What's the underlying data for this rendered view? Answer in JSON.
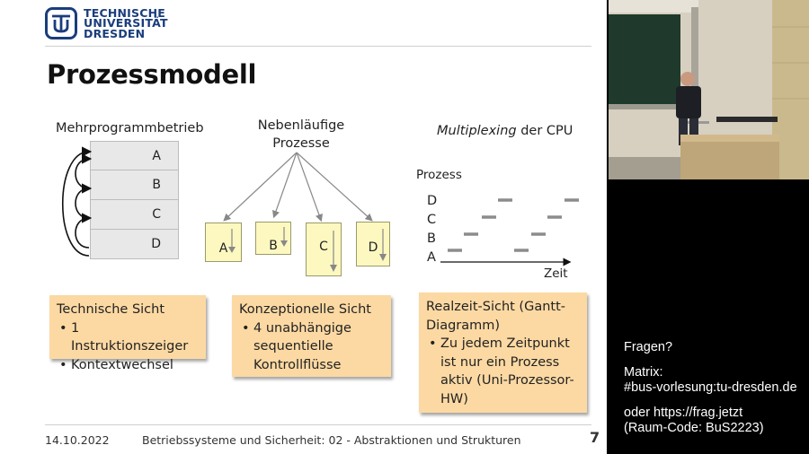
{
  "header": {
    "logo_lines": [
      "TECHNISCHE",
      "UNIVERSITÄT",
      "DRESDEN"
    ]
  },
  "slide": {
    "title": "Prozessmodell",
    "col1": {
      "label": "Mehrprogrammbetrieb",
      "stack": [
        "A",
        "B",
        "C",
        "D"
      ]
    },
    "col2": {
      "label_line1": "Nebenläufige",
      "label_line2": "Prozesse",
      "processes": [
        "A",
        "B",
        "C",
        "D"
      ]
    },
    "col3": {
      "label_italic": "Multiplexing",
      "label_rest": " der CPU",
      "y_label": "Prozess",
      "x_label": "Zeit",
      "rows": [
        "D",
        "C",
        "B",
        "A"
      ]
    },
    "notes": [
      {
        "heading": "Technische Sicht",
        "items": [
          "1 Instruktionszeiger",
          "Kontextwechsel"
        ]
      },
      {
        "heading": "Konzeptionelle Sicht",
        "items": [
          "4 unabhängige sequentielle Kontrollflüsse"
        ]
      },
      {
        "heading": "Realzeit-Sicht (Gantt-Diagramm)",
        "items": [
          "Zu jedem Zeitpunkt ist nur ein Prozess aktiv (Uni-Prozessor-HW)"
        ]
      }
    ],
    "footer": {
      "date": "14.10.2022",
      "course": "Betriebssysteme und Sicherheit: 02 - Abstraktionen und Strukturen",
      "page": "7"
    }
  },
  "qa": {
    "question": "Fragen?",
    "matrix_label": "Matrix:",
    "matrix_room": "#bus-vorlesung:tu-dresden.de",
    "alt_label": "oder https://frag.jetzt",
    "room_code": "(Raum-Code: BuS2223)"
  },
  "colors": {
    "tu_blue": "#1a3d7c",
    "note_bg": "#fcd9a3",
    "process_bg": "#fdf8c0",
    "gantt_bar": "#8c8c8c"
  }
}
